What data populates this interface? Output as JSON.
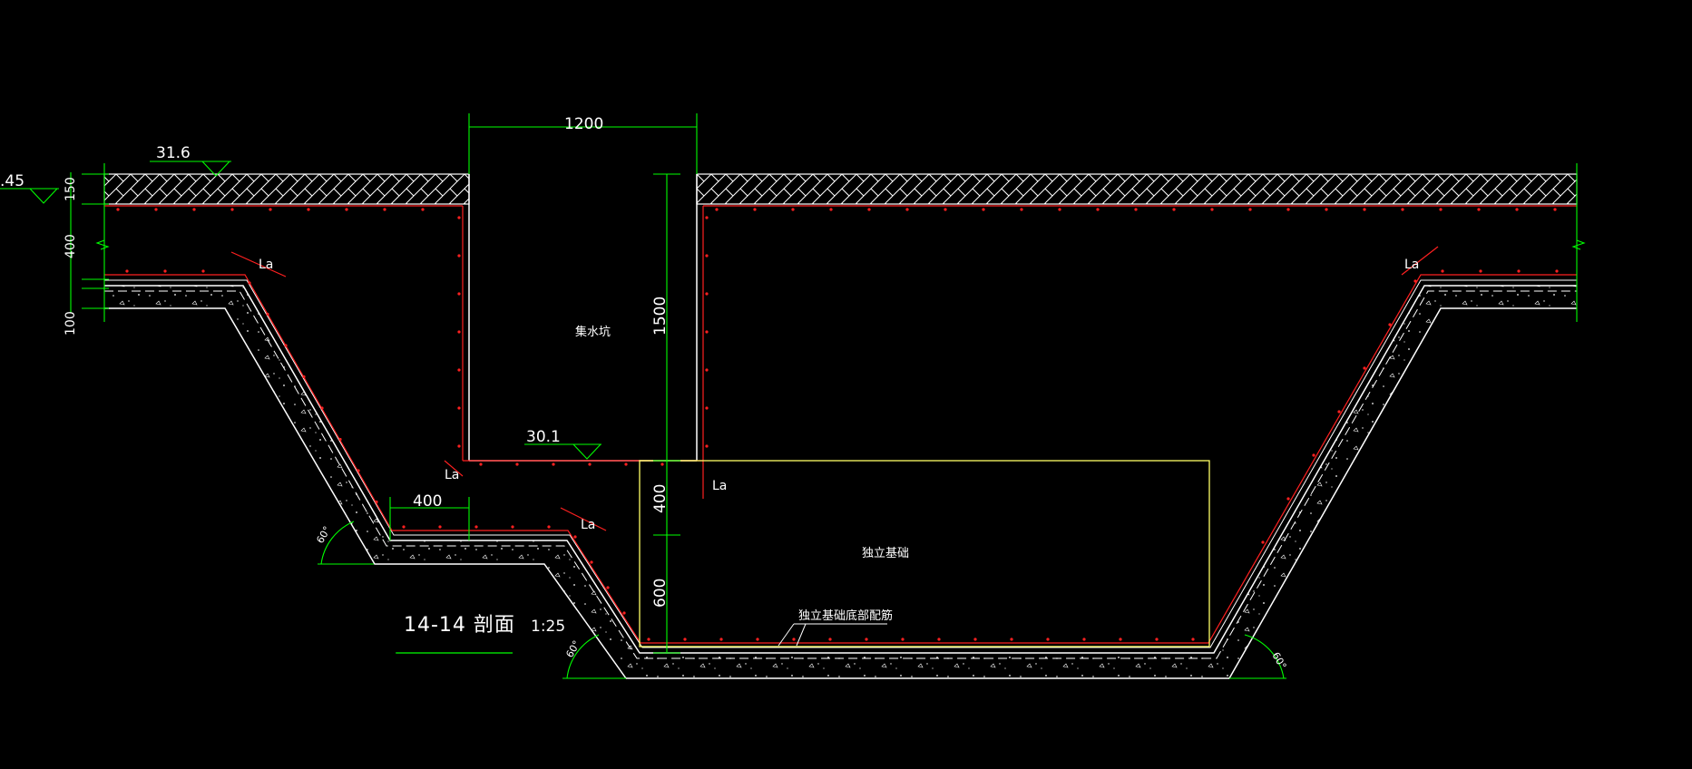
{
  "drawing": {
    "title": "14-14 剖面",
    "scale": "1:25",
    "background_color": "#000000",
    "colors": {
      "concrete_outline": "#ffffff",
      "rebar": "#ff2020",
      "dimension": "#00ff00",
      "foundation": "#ffff66",
      "hatch": "#ffffff"
    }
  },
  "dimensions": {
    "top_width": "1200",
    "pit_depth": "1500",
    "step_width": "400",
    "found_upper": "400",
    "found_lower": "600",
    "left_150": "150",
    "left_400": "400",
    "left_100": "100"
  },
  "levels": {
    "top": "31.6",
    "pit_bottom": "30.1",
    "left_edge": ".45"
  },
  "labels": {
    "sump": "集水坑",
    "foundation": "独立基础",
    "foundation_note": "独立基础底部配筋",
    "la": "La"
  },
  "angles": {
    "left_upper": "60°",
    "left_lower": "60°",
    "right": "60°"
  }
}
